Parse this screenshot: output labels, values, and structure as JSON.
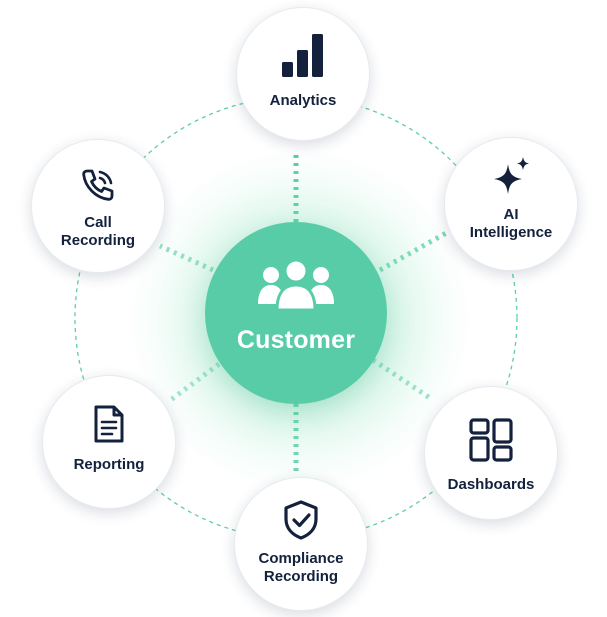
{
  "center": {
    "label": "Customer",
    "icon": "users-icon"
  },
  "nodes": [
    {
      "label": "Analytics",
      "icon": "bar-chart-icon"
    },
    {
      "label": "AI\nIntelligence",
      "icon": "sparkles-icon"
    },
    {
      "label": "Dashboards",
      "icon": "dashboard-grid-icon"
    },
    {
      "label": "Compliance\nRecording",
      "icon": "shield-check-icon"
    },
    {
      "label": "Reporting",
      "icon": "document-icon"
    },
    {
      "label": "Call\nRecording",
      "icon": "phone-call-icon"
    }
  ],
  "colors": {
    "accent": "#57cca7",
    "text": "#13213d",
    "connector": "#5ccfa4"
  }
}
